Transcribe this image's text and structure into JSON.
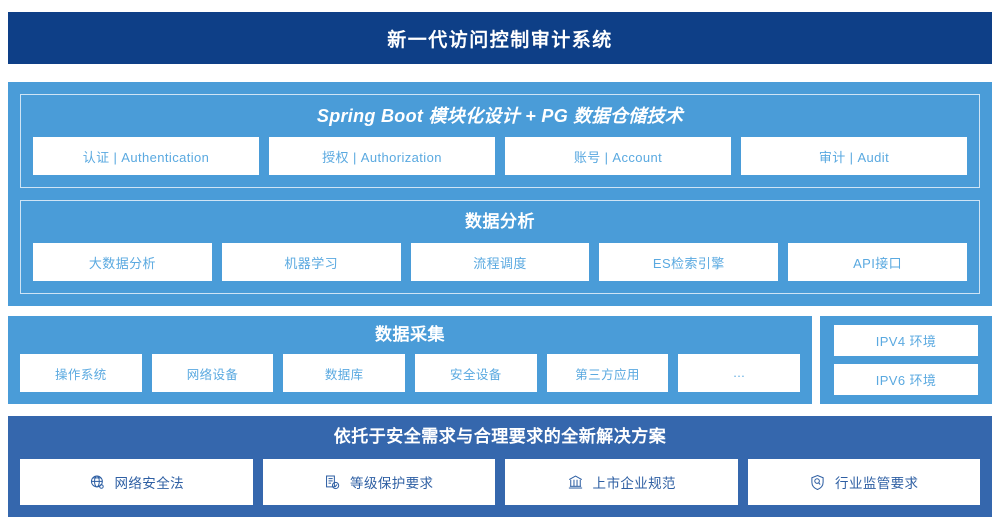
{
  "header": {
    "title": "新一代访问控制审计系统",
    "background": "#0e3f87"
  },
  "colors": {
    "panel_light_blue": "#4a9cd8",
    "panel_dark_blue": "#3567ad",
    "card_text_blue": "#5aa9e0",
    "card_text_navy": "#2e5fa3",
    "inner_border": "#cfe4f5",
    "card_background": "#ffffff"
  },
  "sections": {
    "platform": {
      "title": "Spring Boot 模块化设计 + PG 数据仓储技术",
      "cards": [
        {
          "label": "认证 | Authentication"
        },
        {
          "label": "授权 | Authorization"
        },
        {
          "label": "账号 | Account"
        },
        {
          "label": "审计 | Audit"
        }
      ]
    },
    "analysis": {
      "title": "数据分析",
      "cards": [
        {
          "label": "大数据分析"
        },
        {
          "label": "机器学习"
        },
        {
          "label": "流程调度"
        },
        {
          "label": "ES检索引擎"
        },
        {
          "label": "API接口"
        }
      ]
    },
    "collection": {
      "title": "数据采集",
      "cards": [
        {
          "label": "操作系统"
        },
        {
          "label": "网络设备"
        },
        {
          "label": "数据库"
        },
        {
          "label": "安全设备"
        },
        {
          "label": "第三方应用"
        },
        {
          "label": "…"
        }
      ]
    },
    "environment": {
      "cards": [
        {
          "label": "IPV4 环境"
        },
        {
          "label": "IPV6 环境"
        }
      ]
    },
    "solution": {
      "title": "依托于安全需求与合理要求的全新解决方案",
      "cards": [
        {
          "label": "网络安全法",
          "icon": "globe-icon"
        },
        {
          "label": "等级保护要求",
          "icon": "document-check-icon"
        },
        {
          "label": "上市企业规范",
          "icon": "bank-icon"
        },
        {
          "label": "行业监管要求",
          "icon": "shield-search-icon"
        }
      ]
    }
  }
}
